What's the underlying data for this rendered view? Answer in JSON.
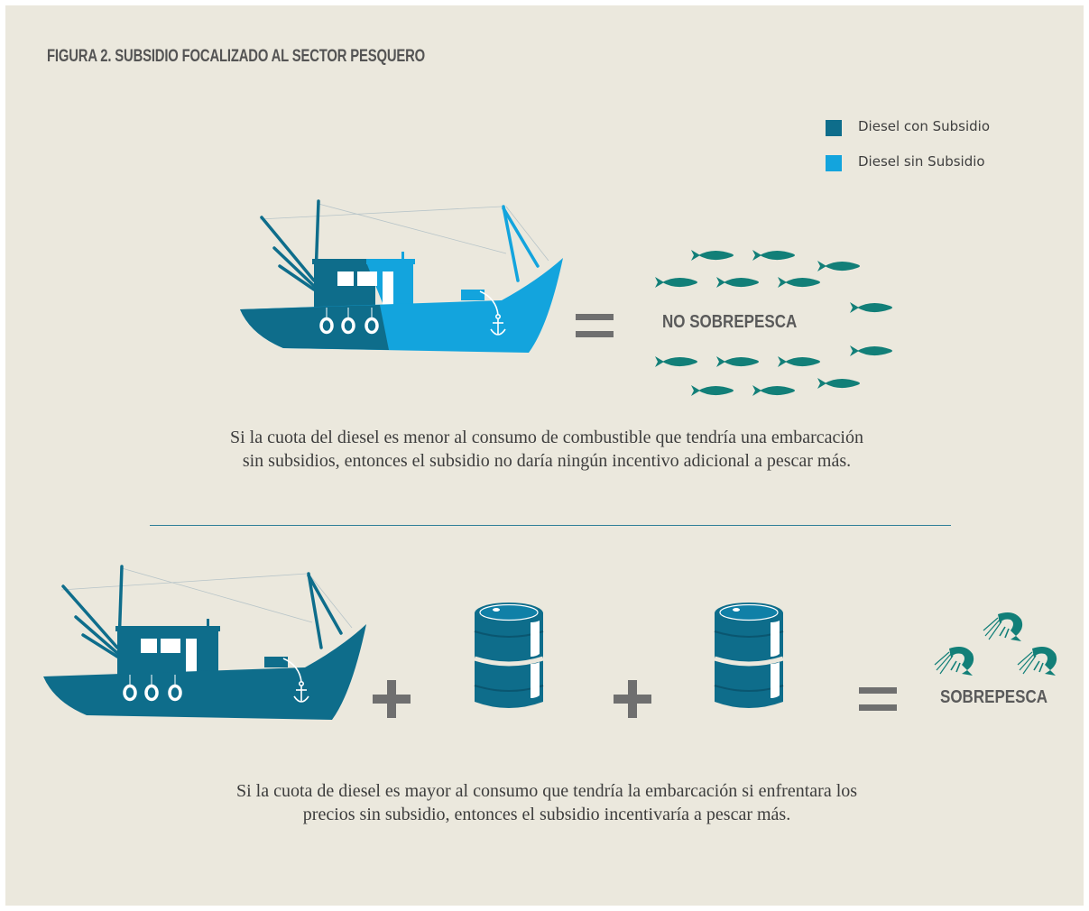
{
  "title": "FIGURA 2. SUBSIDIO FOCALIZADO AL SECTOR PESQUERO",
  "legend": [
    {
      "label": "Diesel con Subsidio",
      "color": "#0e6d8b"
    },
    {
      "label": "Diesel sin Subsidio",
      "color": "#13a4dd"
    }
  ],
  "scenario_1": {
    "result": "NO SOBREPESCA",
    "caption_line1": "Si la cuota del diesel es menor al consumo de combustible que tendría una embarcación",
    "caption_line2": "sin subsidios, entonces el subsidio no daría ningún incentivo adicional a pescar más.",
    "icons": [
      "boat-icon",
      "equals-icon",
      "fish-school-icon"
    ]
  },
  "scenario_2": {
    "result": "SOBREPESCA",
    "caption_line1": "Si la cuota de diesel es mayor al consumo que tendría la embarcación si enfrentara los",
    "caption_line2": "precios sin subsidio, entonces el subsidio incentivaría a pescar más.",
    "icons": [
      "boat-icon",
      "plus-icon",
      "oil-barrel-icon",
      "plus-icon",
      "oil-barrel-icon",
      "equals-icon",
      "shrimp-icon"
    ]
  },
  "colors": {
    "background": "#ebe8dd",
    "dark_teal": "#0e6d8b",
    "light_blue": "#13a4dd",
    "fish": "#127f78",
    "symbol_gray": "#6f6f6f"
  }
}
